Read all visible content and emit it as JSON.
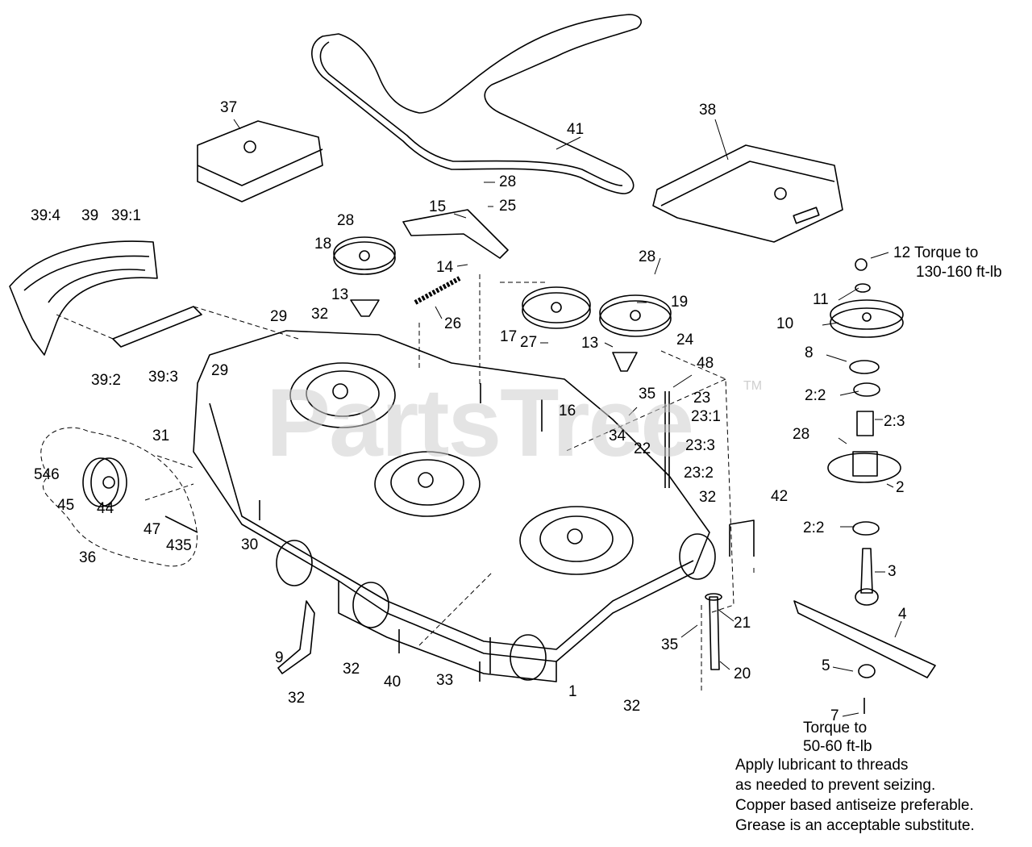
{
  "watermark": "PartsTree",
  "trademark": "TM",
  "callouts": [
    {
      "id": "c37",
      "text": "37"
    },
    {
      "id": "c38",
      "text": "38"
    },
    {
      "id": "c41",
      "text": "41"
    },
    {
      "id": "c28a",
      "text": "28"
    },
    {
      "id": "c25",
      "text": "25"
    },
    {
      "id": "c15",
      "text": "15"
    },
    {
      "id": "c39_4",
      "text": "39:4"
    },
    {
      "id": "c39",
      "text": "39"
    },
    {
      "id": "c39_1",
      "text": "39:1"
    },
    {
      "id": "c28b",
      "text": "28"
    },
    {
      "id": "c18",
      "text": "18"
    },
    {
      "id": "c14",
      "text": "14"
    },
    {
      "id": "c26",
      "text": "26"
    },
    {
      "id": "c13a",
      "text": "13"
    },
    {
      "id": "c29a",
      "text": "29"
    },
    {
      "id": "c32a",
      "text": "32"
    },
    {
      "id": "c28c",
      "text": "28"
    },
    {
      "id": "c19",
      "text": "19"
    },
    {
      "id": "c17",
      "text": "17"
    },
    {
      "id": "c27",
      "text": "27"
    },
    {
      "id": "c24",
      "text": "24"
    },
    {
      "id": "c13b",
      "text": "13"
    },
    {
      "id": "c48",
      "text": "48"
    },
    {
      "id": "c39_2",
      "text": "39:2"
    },
    {
      "id": "c39_3",
      "text": "39:3"
    },
    {
      "id": "c29b",
      "text": "29"
    },
    {
      "id": "c35a",
      "text": "35"
    },
    {
      "id": "c23",
      "text": "23"
    },
    {
      "id": "c16",
      "text": "16"
    },
    {
      "id": "c23_1",
      "text": "23:1"
    },
    {
      "id": "c31",
      "text": "31"
    },
    {
      "id": "c34",
      "text": "34"
    },
    {
      "id": "c23_3",
      "text": "23:3"
    },
    {
      "id": "c22",
      "text": "22"
    },
    {
      "id": "c23_2",
      "text": "23:2"
    },
    {
      "id": "c32b",
      "text": "32"
    },
    {
      "id": "c46",
      "text": "546"
    },
    {
      "id": "c45",
      "text": "45"
    },
    {
      "id": "c44",
      "text": "44"
    },
    {
      "id": "c47",
      "text": "47"
    },
    {
      "id": "c43",
      "text": "435"
    },
    {
      "id": "c30",
      "text": "30"
    },
    {
      "id": "c36",
      "text": "36"
    },
    {
      "id": "c42",
      "text": "42"
    },
    {
      "id": "c21",
      "text": "21"
    },
    {
      "id": "c35b",
      "text": "35"
    },
    {
      "id": "c9",
      "text": "9"
    },
    {
      "id": "c32c",
      "text": "32"
    },
    {
      "id": "c40",
      "text": "40"
    },
    {
      "id": "c33",
      "text": "33"
    },
    {
      "id": "c20",
      "text": "20"
    },
    {
      "id": "c1",
      "text": "1"
    },
    {
      "id": "c32d",
      "text": "32"
    },
    {
      "id": "c32e",
      "text": "32"
    },
    {
      "id": "c11",
      "text": "11"
    },
    {
      "id": "c10",
      "text": "10"
    },
    {
      "id": "c8",
      "text": "8"
    },
    {
      "id": "c2_2a",
      "text": "2:2"
    },
    {
      "id": "c2_3",
      "text": "2:3"
    },
    {
      "id": "c28d",
      "text": "28"
    },
    {
      "id": "c2",
      "text": "2"
    },
    {
      "id": "c2_2b",
      "text": "2:2"
    },
    {
      "id": "c3",
      "text": "3"
    },
    {
      "id": "c4",
      "text": "4"
    },
    {
      "id": "c5",
      "text": "5"
    },
    {
      "id": "c7",
      "text": "7"
    }
  ],
  "torque_top": {
    "line1": "12 Torque to",
    "line2": "130-160 ft-lb"
  },
  "torque_bottom": {
    "line1": "Torque to",
    "line2": "50-60 ft-lb"
  },
  "notes": [
    "Apply lubricant to threads",
    "as needed to prevent seizing.",
    "Copper based antiseize preferable.",
    "Grease is an acceptable substitute."
  ]
}
